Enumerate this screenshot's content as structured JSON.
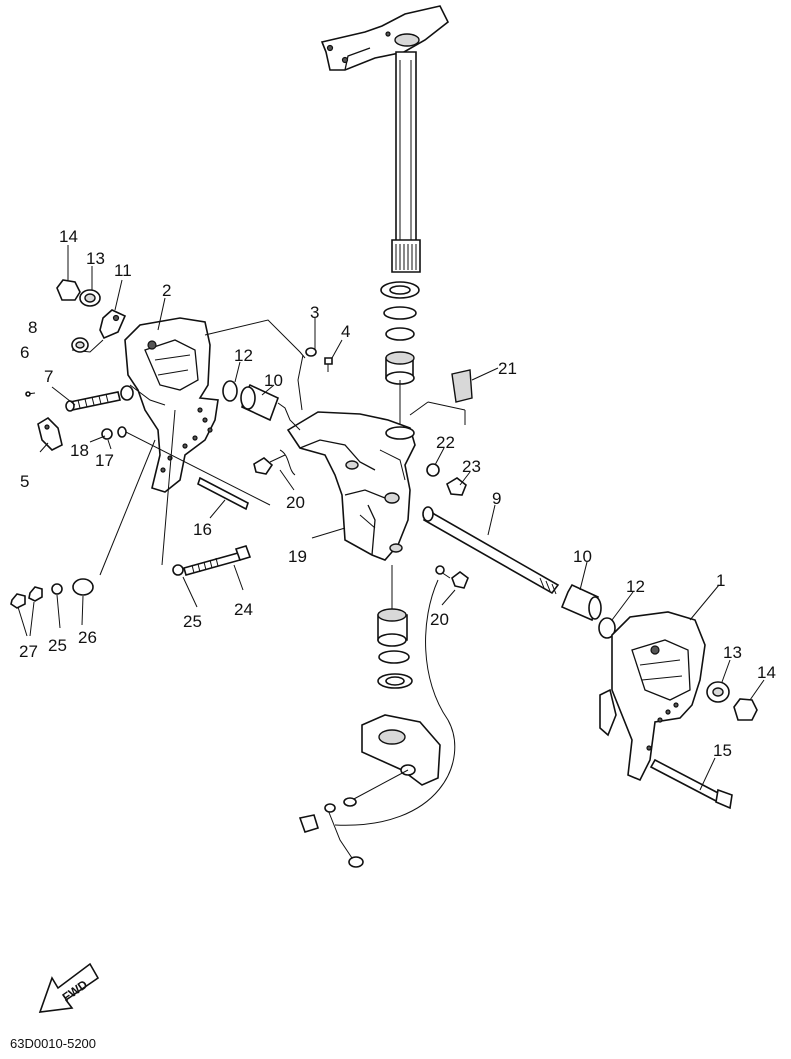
{
  "diagram_code": "63D0010-5200",
  "fwd_label": "FWD",
  "callouts": [
    {
      "id": "c1",
      "label": "1"
    },
    {
      "id": "c2",
      "label": "2"
    },
    {
      "id": "c3",
      "label": "3"
    },
    {
      "id": "c4",
      "label": "4"
    },
    {
      "id": "c5",
      "label": "5"
    },
    {
      "id": "c6",
      "label": "6"
    },
    {
      "id": "c7",
      "label": "7"
    },
    {
      "id": "c8",
      "label": "8"
    },
    {
      "id": "c9",
      "label": "9"
    },
    {
      "id": "c10a",
      "label": "10"
    },
    {
      "id": "c10b",
      "label": "10"
    },
    {
      "id": "c11",
      "label": "11"
    },
    {
      "id": "c12a",
      "label": "12"
    },
    {
      "id": "c12b",
      "label": "12"
    },
    {
      "id": "c13a",
      "label": "13"
    },
    {
      "id": "c13b",
      "label": "13"
    },
    {
      "id": "c14a",
      "label": "14"
    },
    {
      "id": "c14b",
      "label": "14"
    },
    {
      "id": "c15",
      "label": "15"
    },
    {
      "id": "c16",
      "label": "16"
    },
    {
      "id": "c17",
      "label": "17"
    },
    {
      "id": "c18",
      "label": "18"
    },
    {
      "id": "c19",
      "label": "19"
    },
    {
      "id": "c20a",
      "label": "20"
    },
    {
      "id": "c20b",
      "label": "20"
    },
    {
      "id": "c21",
      "label": "21"
    },
    {
      "id": "c22",
      "label": "22"
    },
    {
      "id": "c23",
      "label": "23"
    },
    {
      "id": "c24",
      "label": "24"
    },
    {
      "id": "c25a",
      "label": "25"
    },
    {
      "id": "c25b",
      "label": "25"
    },
    {
      "id": "c26",
      "label": "26"
    },
    {
      "id": "c27",
      "label": "27"
    }
  ]
}
